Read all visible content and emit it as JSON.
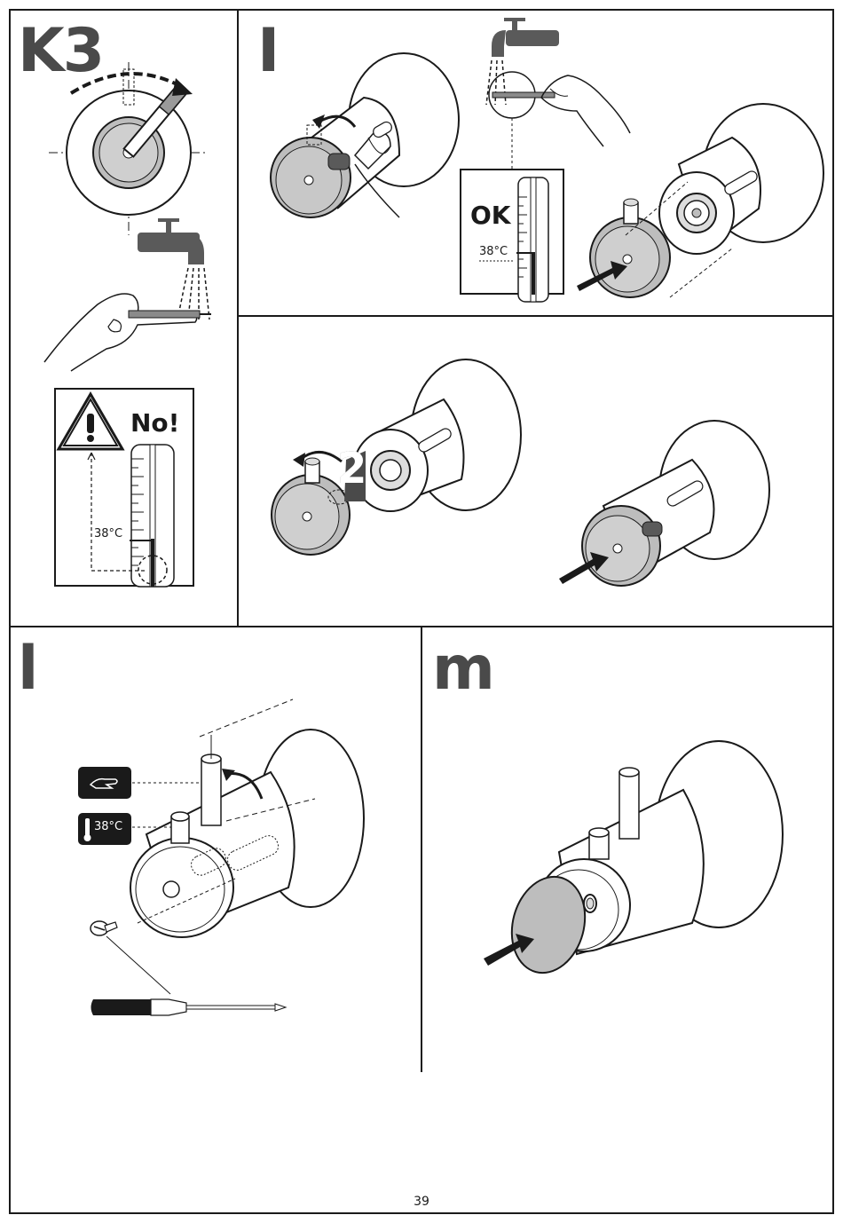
{
  "steps": {
    "k3": {
      "label": "K3"
    },
    "i": {
      "label": "I"
    },
    "l": {
      "label": "l"
    },
    "m": {
      "label": "m"
    }
  },
  "k3_panel": {
    "warning_text": "No!",
    "thermometer_temp": "38°C"
  },
  "i_panel": {
    "ok_text": "OK",
    "thermometer_temp": "38°C"
  },
  "j_panel": {
    "step_number": "2"
  },
  "l_panel": {
    "temp_badge": "38°C"
  },
  "colors": {
    "line": "#1a1a1a",
    "gray": "#8a8a8a",
    "light_gray": "#c8c8c8",
    "mid_gray": "#5a5a5a"
  },
  "icons": [
    "warning-triangle-icon",
    "faucet-icon",
    "hand-icon",
    "thermometer-icon",
    "screwdriver-icon",
    "screw-icon",
    "arrow-icon"
  ],
  "footer": {
    "page_number": "39"
  }
}
